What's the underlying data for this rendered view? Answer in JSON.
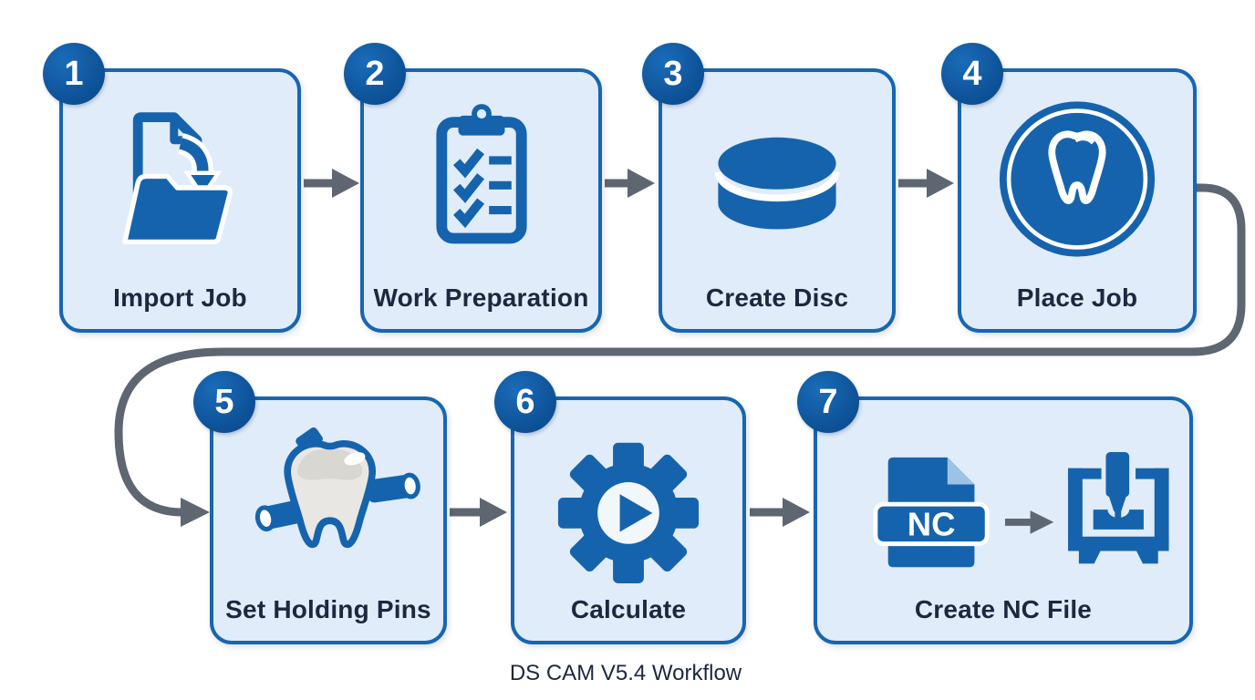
{
  "title": "DS CAM V5.4 Workflow",
  "colors": {
    "background": "#ffffff",
    "card_fill": "#e0ecf9",
    "card_border": "#1766b0",
    "badge_fill": "#0c4f94",
    "icon_blue": "#1663ad",
    "arrow_gray": "#5e6672",
    "label_text": "#1d2740",
    "tooth_gray": "#e9e7e4"
  },
  "steps": [
    {
      "number": "1",
      "label": "Import Job",
      "icon": "import-job-icon"
    },
    {
      "number": "2",
      "label": "Work Preparation",
      "icon": "clipboard-checklist-icon"
    },
    {
      "number": "3",
      "label": "Create Disc",
      "icon": "disc-icon"
    },
    {
      "number": "4",
      "label": "Place Job",
      "icon": "tooth-circle-icon"
    },
    {
      "number": "5",
      "label": "Set Holding Pins",
      "icon": "tooth-holding-pins-icon"
    },
    {
      "number": "6",
      "label": "Calculate",
      "icon": "gear-play-icon"
    },
    {
      "number": "7",
      "label": "Create NC File",
      "icon": "nc-file-to-machine-icon"
    }
  ],
  "nc_file_icon_text": "NC"
}
